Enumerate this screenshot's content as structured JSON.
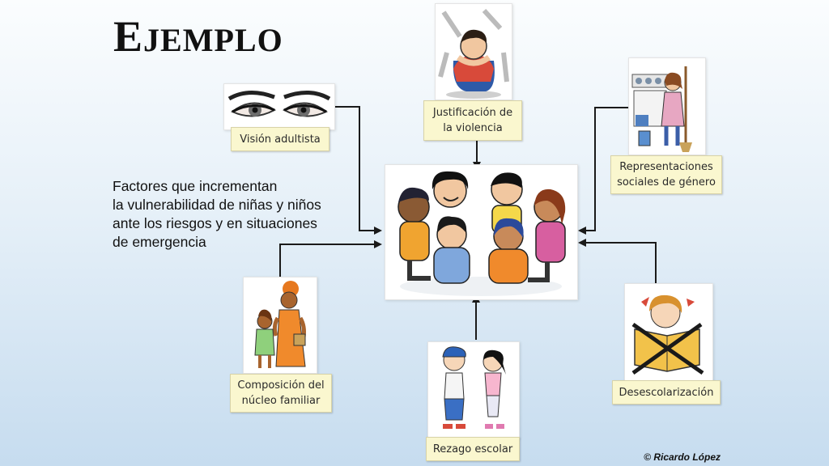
{
  "title": {
    "initial": "E",
    "rest": "JEMPLO"
  },
  "description": {
    "lines": [
      "Factores que incrementan",
      "la vulnerabilidad de niñas y niños",
      "ante los riesgos y en situaciones",
      "de emergencia"
    ]
  },
  "factors": {
    "vision": {
      "lines": [
        "Visión adultista"
      ],
      "icon": "eyes-illustration"
    },
    "justificacion": {
      "lines": [
        "Justificación de",
        "la violencia"
      ],
      "icon": "crouching-child-illustration"
    },
    "representaciones": {
      "lines": [
        "Representaciones",
        "sociales de género"
      ],
      "icon": "girl-sweeping-illustration"
    },
    "composicion": {
      "lines": [
        "Composición del",
        "núcleo familiar"
      ],
      "icon": "mother-daughter-illustration"
    },
    "rezago": {
      "lines": [
        "Rezago escolar"
      ],
      "icon": "two-kids-illustration"
    },
    "desescolarizacion": {
      "lines": [
        "Desescolarización"
      ],
      "icon": "crossed-book-illustration"
    }
  },
  "center": {
    "icon": "children-circle-illustration"
  },
  "credit": "© Ricardo López",
  "colors": {
    "label_bg": "#faf7cf",
    "arrow": "#1a1a1a"
  }
}
